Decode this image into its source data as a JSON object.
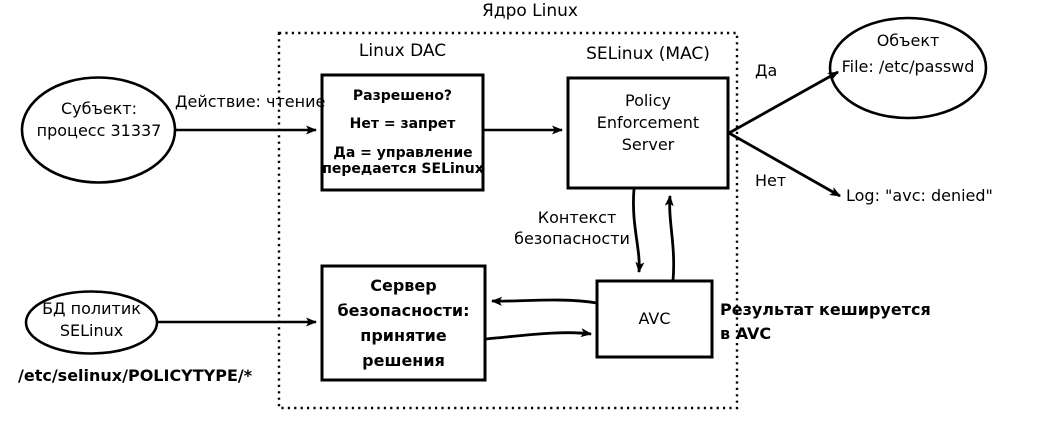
{
  "diagram": {
    "title": "Ядро Linux",
    "kernel_boundary": "dotted-region",
    "nodes": {
      "subject": {
        "line1": "Субъект:",
        "line2": "процесс 31337",
        "shape": "ellipse"
      },
      "policy_db": {
        "line1": "БД политик",
        "line2": "SELinux",
        "shape": "ellipse",
        "path_caption": "/etc/selinux/POLICYTYPE/*"
      },
      "object": {
        "line1": "Объект",
        "line2": "File: /etc/passwd",
        "shape": "ellipse"
      },
      "linux_dac": {
        "title": "Linux DAC",
        "line1": "Разрешено?",
        "line2": "Нет = запрет",
        "line3": "Да = управление",
        "line4": "передается SELinux"
      },
      "selinux_mac": {
        "title": "SELinux (MAC)",
        "line1": "Policy",
        "line2": "Enforcement",
        "line3": "Server"
      },
      "security_server": {
        "line1": "Сервер",
        "line2": "безопасности:",
        "line3": "принятие",
        "line4": "решения"
      },
      "avc": {
        "label": "AVC"
      },
      "log": {
        "label": "Log: \"avc: denied\""
      }
    },
    "edge_labels": {
      "action": "Действие: чтение",
      "yes": "Да",
      "no": "Нет",
      "context_line1": "Контекст",
      "context_line2": "безопасности"
    },
    "notes": {
      "cache_line1": "Результат кешируется",
      "cache_line2": "в AVC"
    },
    "colors": {
      "stroke": "#000000",
      "background": "#ffffff",
      "text": "#000000"
    }
  }
}
